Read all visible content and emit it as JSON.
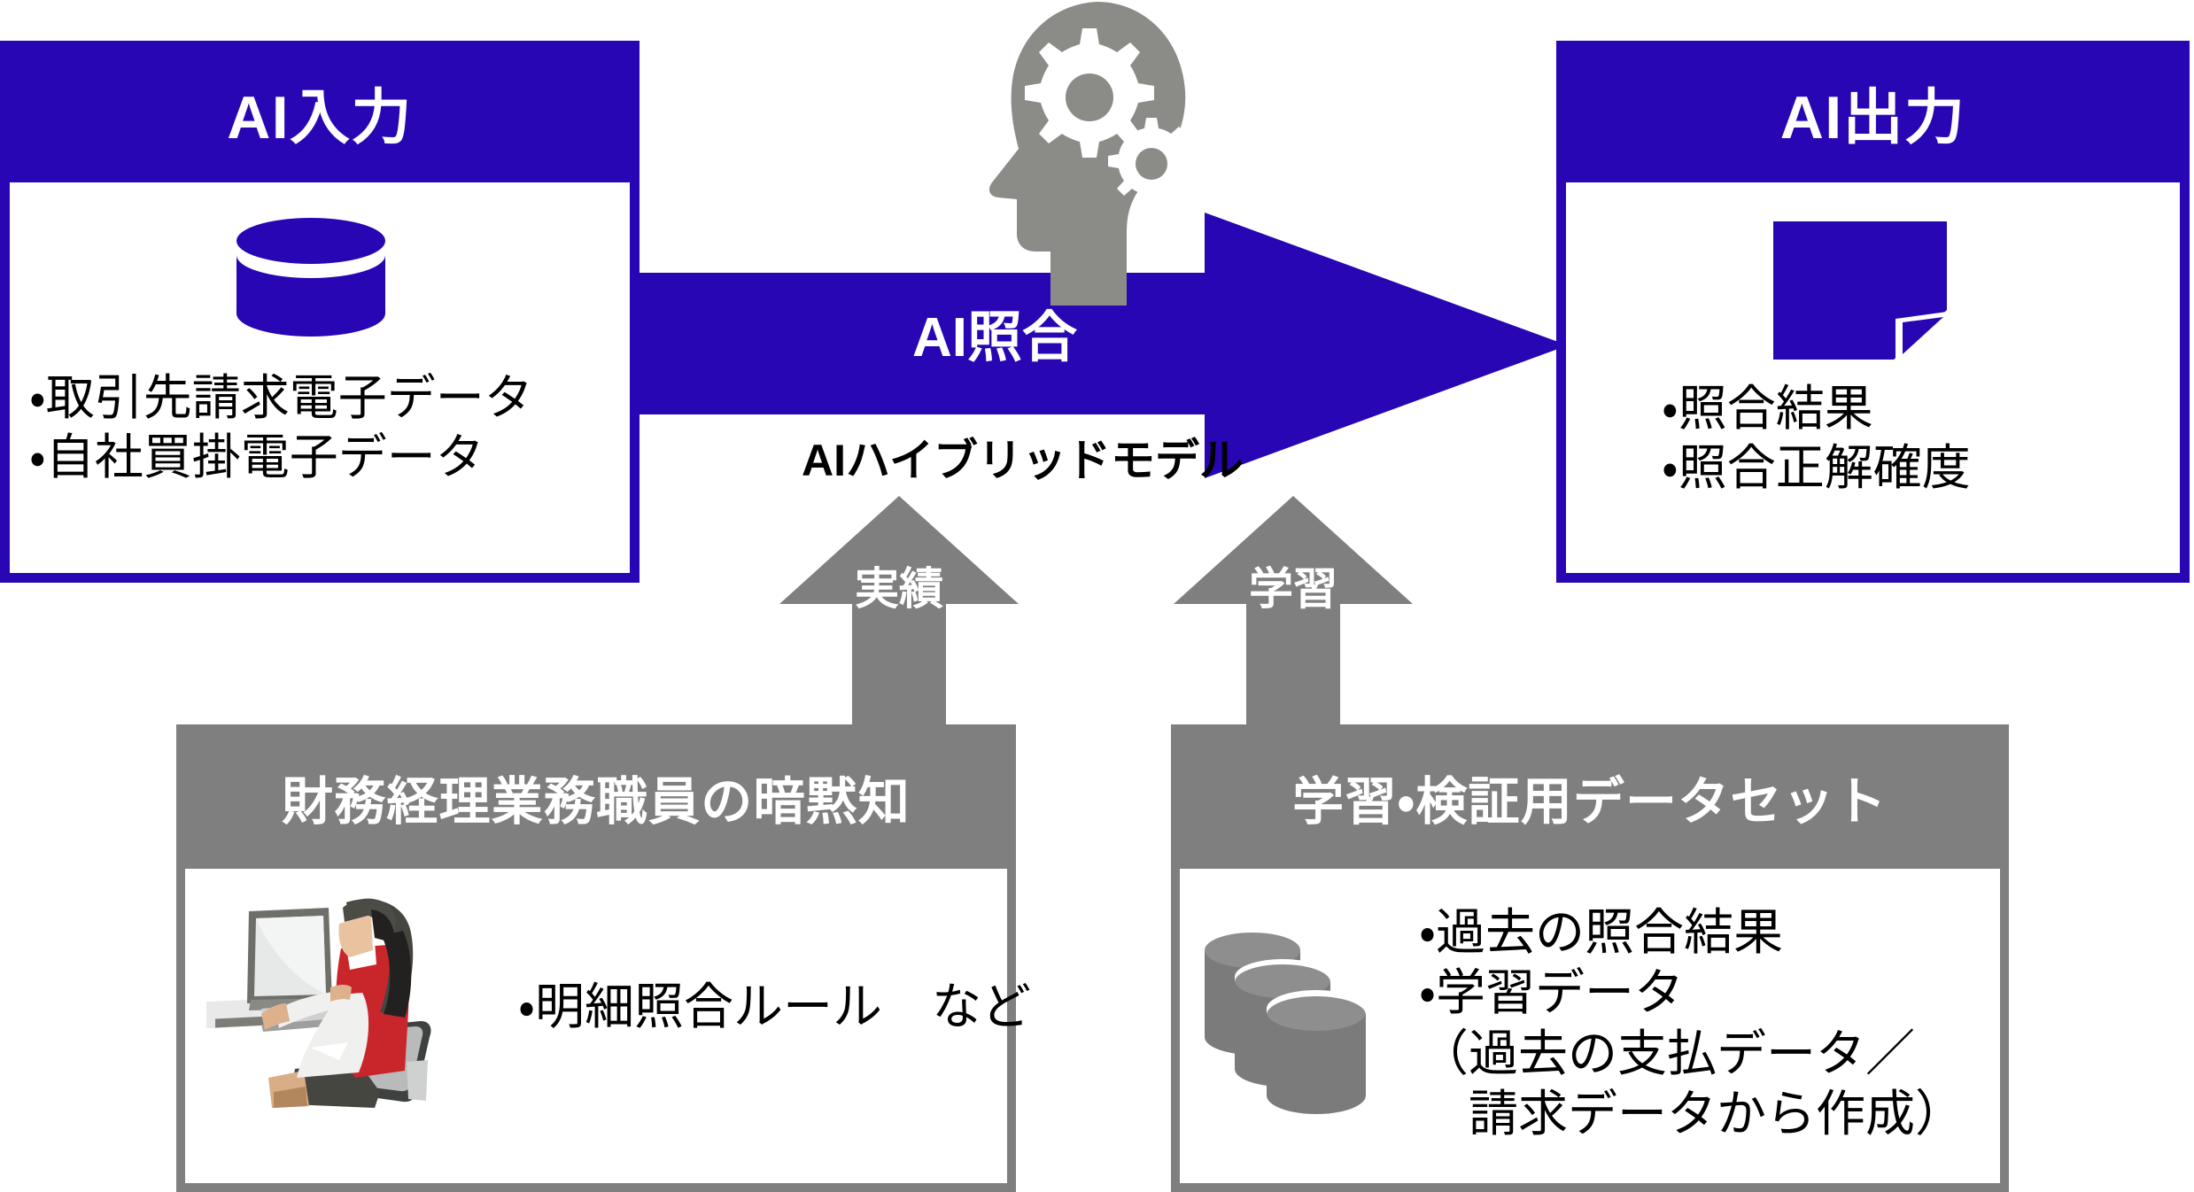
{
  "colors": {
    "brand_blue": "#2806b3",
    "gray": "#7f7f7f",
    "white": "#ffffff",
    "black": "#000000",
    "accent_red": "#cc2229"
  },
  "input_panel": {
    "title": "AI入力",
    "icon": "database-cylinder-icon",
    "bullets": [
      "・取引先請求電子データ",
      "・自社買掛電子データ"
    ]
  },
  "output_panel": {
    "title": "AI出力",
    "icon": "document-page-icon",
    "bullets": [
      "・照合結果",
      "・照合正解確度"
    ]
  },
  "process_arrow": {
    "label": "AI照合",
    "sublabel": "AIハイブリッドモデル",
    "icon": "brain-gears-icon"
  },
  "feedback_arrows": [
    {
      "label": "実績"
    },
    {
      "label": "学習"
    }
  ],
  "tacit_knowledge_panel": {
    "title": "財務経理業務職員の暗黙知",
    "icon": "person-at-computer-icon",
    "bullets": [
      "・明細照合ルール　など"
    ]
  },
  "dataset_panel": {
    "title": "学習・検証用データセット",
    "icon": "database-stack-icon",
    "bullets": [
      "・過去の照合結果",
      "・学習データ",
      "（過去の支払データ／",
      "　請求データから作成）"
    ]
  }
}
